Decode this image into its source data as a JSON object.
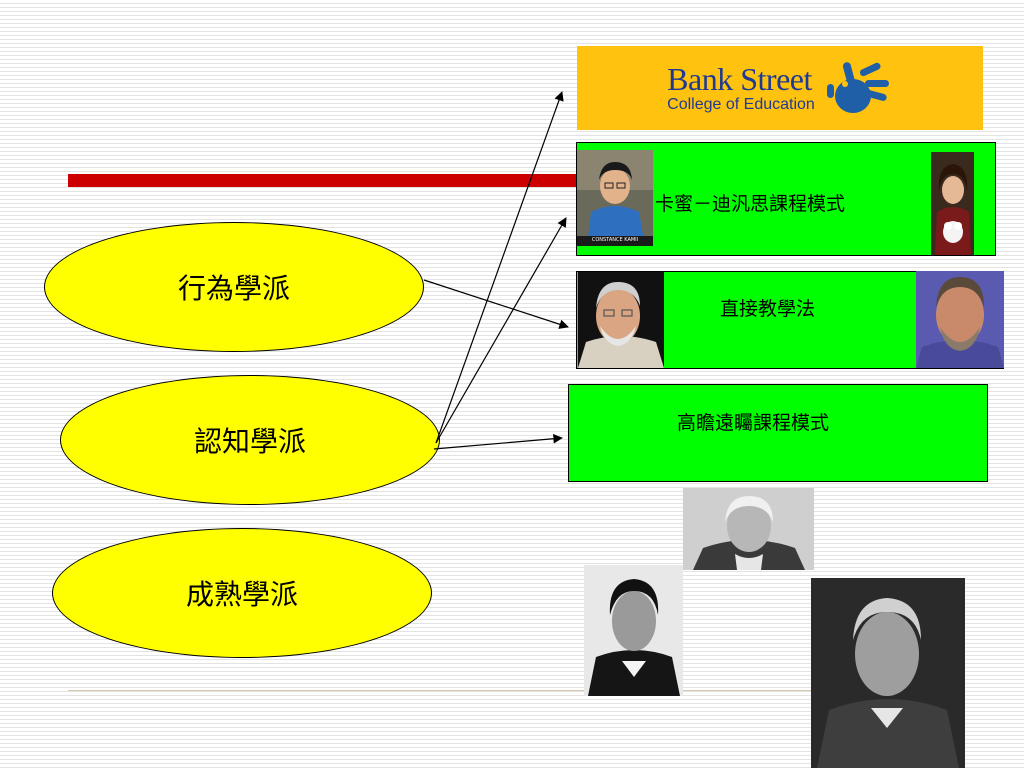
{
  "schools": [
    {
      "label": "行為學派"
    },
    {
      "label": "認知學派"
    },
    {
      "label": "成熟學派"
    }
  ],
  "logo": {
    "line1": "Bank Street",
    "line2": "College of Education"
  },
  "curricula": [
    {
      "label": "卡蜜－迪汎思課程模式"
    },
    {
      "label": "直接教學法"
    },
    {
      "label": "高瞻遠矚課程模式"
    }
  ],
  "photo_caption": "CONSTANCE KAMII",
  "colors": {
    "ellipse": "#ffff00",
    "box": "#00ff00",
    "logo_bg": "#ffc20e",
    "bar": "#cc0000"
  }
}
